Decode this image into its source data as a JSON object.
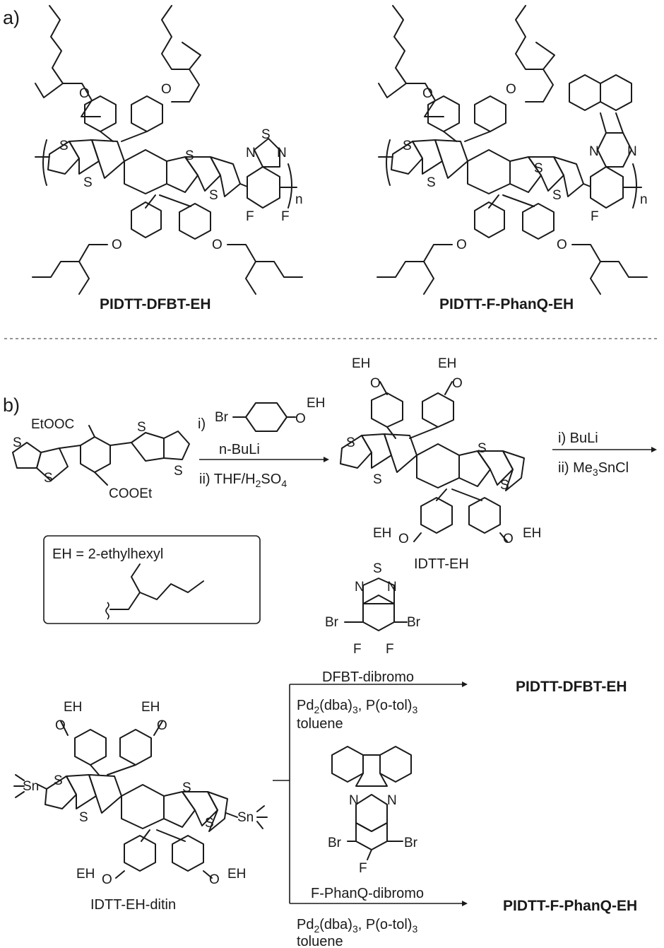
{
  "panels": {
    "a": "a)",
    "b": "b)"
  },
  "polymers": {
    "p1": "PIDTT-DFBT-EH",
    "p2": "PIDTT-F-PhanQ-EH",
    "repeat_n": "n"
  },
  "atoms": {
    "S": "S",
    "N": "N",
    "O": "O",
    "F": "F",
    "Br": "Br",
    "Sn": "Sn"
  },
  "reagents": {
    "EtOOC": "EtOOC",
    "COOEt": "COOEt",
    "step1_i": "i)",
    "step1_nBuLi": "n-BuLi",
    "step1_ii": "ii) THF/H",
    "step1_ii_sub": "2",
    "step1_ii_tail": "SO",
    "step1_ii_sub2": "4",
    "step2_i": "i) BuLi",
    "step2_ii": "ii) Me",
    "step2_ii_sub": "3",
    "step2_ii_tail": "SnCl",
    "Br_aryl": "Br",
    "O_EH": "O",
    "EH": "EH",
    "EH_def": "EH = 2-ethylhexyl"
  },
  "compounds": {
    "idtt": "IDTT-EH",
    "idtt_ditin": "IDTT-EH-ditin",
    "dfbt": "DFBT-dibromo",
    "phanq": "F-PhanQ-dibromo"
  },
  "conditions": {
    "pd": "Pd",
    "pd_sub": "2",
    "dba": "(dba)",
    "dba_sub": "3",
    "ligand": ", P(o-tol)",
    "ligand_sub": "3",
    "solvent": "toluene"
  },
  "products": {
    "prod1": "PIDTT-DFBT-EH",
    "prod2": "PIDTT-F-PhanQ-EH"
  }
}
